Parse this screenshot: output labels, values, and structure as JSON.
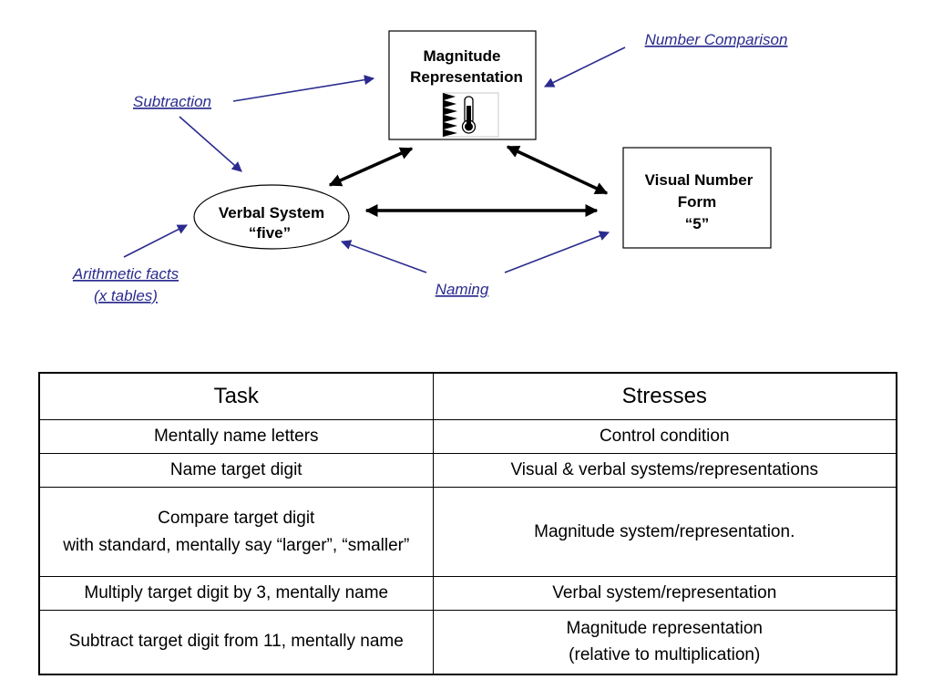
{
  "diagram": {
    "nodes": {
      "magnitude": {
        "lines": [
          "Magnitude",
          "Representation"
        ],
        "icon": "thermometer-icon"
      },
      "verbal": {
        "lines": [
          "Verbal System",
          "“five”"
        ]
      },
      "visual": {
        "lines": [
          "Visual Number",
          "Form",
          "“5”"
        ]
      }
    },
    "labels": {
      "number_comparison": "Number Comparison",
      "subtraction": "Subtraction",
      "arithmetic": [
        "Arithmetic facts",
        "(x tables)"
      ],
      "naming": "Naming"
    },
    "colors": {
      "label": "#2b2b8f",
      "arrow_blue": "#2b2b8f",
      "arrow_black": "#000000"
    }
  },
  "table": {
    "headers": [
      "Task",
      "Stresses"
    ],
    "rows": [
      {
        "task": [
          "Mentally name letters"
        ],
        "stresses": [
          "Control condition"
        ]
      },
      {
        "task": [
          "Name target digit"
        ],
        "stresses": [
          "Visual & verbal systems/representations"
        ]
      },
      {
        "task": [
          "Compare target digit",
          "with standard, mentally say “larger”, “smaller”"
        ],
        "stresses": [
          "Magnitude system/representation."
        ]
      },
      {
        "task": [
          "Multiply target digit by 3, mentally name"
        ],
        "stresses": [
          "Verbal system/representation"
        ]
      },
      {
        "task": [
          "Subtract target digit from 11, mentally name"
        ],
        "stresses": [
          "Magnitude representation",
          "(relative to multiplication)"
        ]
      }
    ]
  }
}
